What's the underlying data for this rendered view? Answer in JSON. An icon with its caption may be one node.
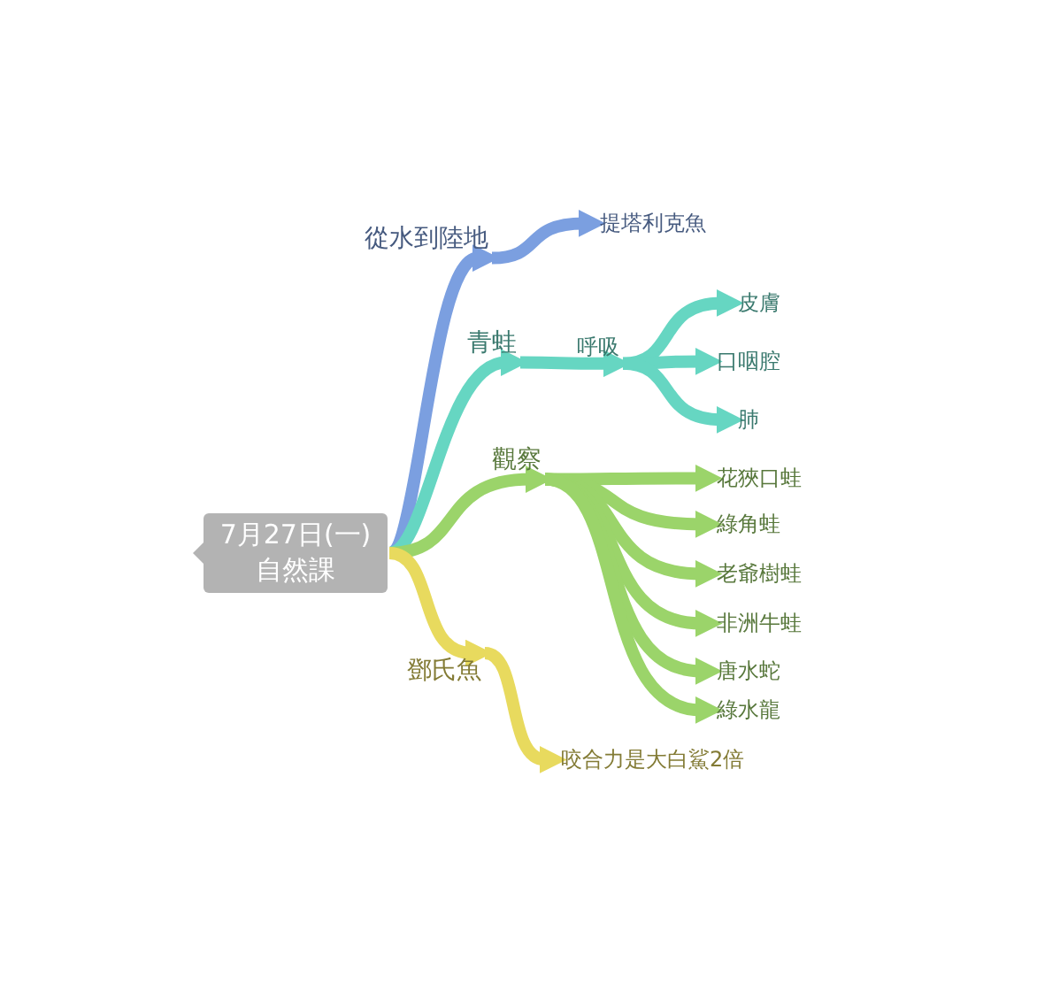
{
  "diagram": {
    "nodes": [
      {
        "text": [
          "7月27日(一) 自然課"
        ]
      },
      {
        "text": [
          "從水到陸地"
        ]
      },
      {
        "text": [
          "提塔利克魚"
        ]
      },
      {
        "text": [
          "青蛙"
        ]
      },
      {
        "text": [
          "呼吸"
        ]
      },
      {
        "text": [
          "皮膚"
        ]
      },
      {
        "text": [
          "口咽腔"
        ]
      },
      {
        "text": [
          "肺"
        ]
      },
      {
        "text": [
          "觀察"
        ]
      },
      {
        "text": [
          "花狹口蛙"
        ]
      },
      {
        "text": [
          "綠角蛙"
        ]
      },
      {
        "text": [
          "老爺樹蛙"
        ]
      },
      {
        "text": [
          "非洲牛蛙"
        ]
      },
      {
        "text": [
          "唐水蛇"
        ]
      },
      {
        "text": [
          "綠水龍"
        ]
      },
      {
        "text": [
          "鄧氏魚"
        ]
      },
      {
        "text": [
          "咬合力是大白鯊2倍"
        ]
      }
    ],
    "edges": [
      {
        "from": 0,
        "to": 1,
        "arrow": "to",
        "color": "#7b9fe0"
      },
      {
        "from": 1,
        "to": 2,
        "arrow": "to",
        "color": "#7b9fe0"
      },
      {
        "from": 0,
        "to": 3,
        "arrow": "to",
        "color": "#66d6c2"
      },
      {
        "from": 3,
        "to": 4,
        "arrow": "to",
        "color": "#66d6c2"
      },
      {
        "from": 4,
        "to": 5,
        "arrow": "to",
        "color": "#66d6c2"
      },
      {
        "from": 4,
        "to": 6,
        "arrow": "to",
        "color": "#66d6c2"
      },
      {
        "from": 4,
        "to": 7,
        "arrow": "to",
        "color": "#66d6c2"
      },
      {
        "from": 0,
        "to": 8,
        "arrow": "to"
      },
      {
        "from": 8,
        "to": 9,
        "arrow": "to"
      },
      {
        "from": 8,
        "to": 10,
        "arrow": "to"
      },
      {
        "from": 8,
        "to": 11,
        "arrow": "to"
      },
      {
        "from": 8,
        "to": 12,
        "arrow": "to"
      },
      {
        "from": 8,
        "to": 13,
        "arrow": "to"
      },
      {
        "from": 8,
        "to": 14,
        "arrow": "to"
      },
      {
        "from": 0,
        "to": 15,
        "arrow": "to",
        "color": "#e8da5e"
      },
      {
        "from": 15,
        "to": 16,
        "arrow": "to",
        "color": "#e8da5e"
      }
    ]
  }
}
